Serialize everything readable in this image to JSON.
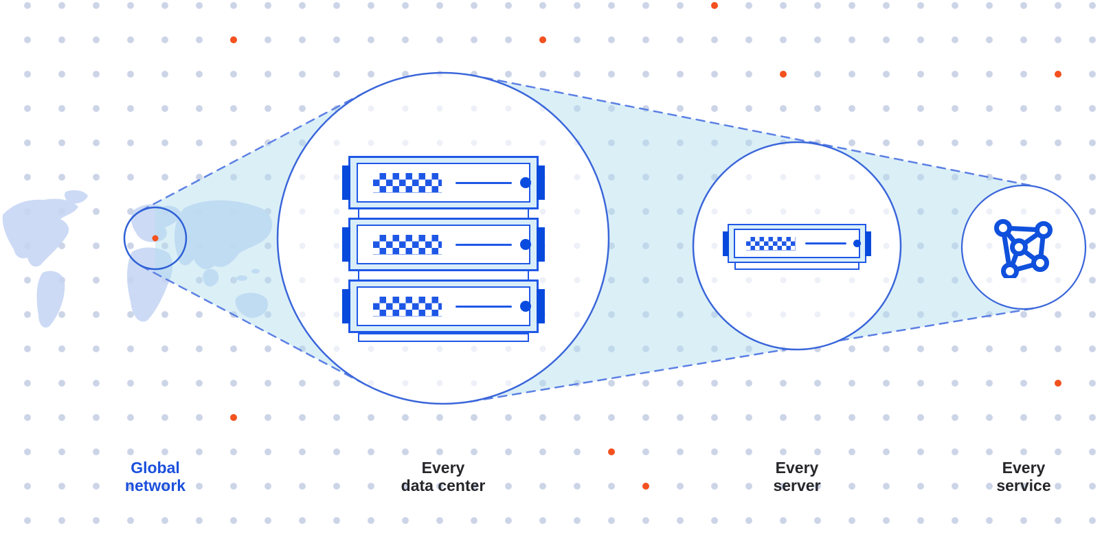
{
  "diagram": {
    "title_present": false,
    "labels": {
      "global": {
        "line1": "Global",
        "line2": "network"
      },
      "datacenter": {
        "line1": "Every",
        "line2": "data center"
      },
      "server": {
        "line1": "Every",
        "line2": "server"
      },
      "service": {
        "line1": "Every",
        "line2": "service"
      }
    },
    "icons": [
      "world-map-icon",
      "region-highlight-circle",
      "server-rack-icon",
      "server-icon",
      "network-mesh-icon"
    ],
    "colors": {
      "accent_blue": "#1e57e6",
      "dark_blue": "#0a4ce0",
      "circle_stroke": "#3a66da",
      "dashed_line": "#5c80e4",
      "panel_light_blue": "#d9eef9",
      "beam_fill": "#dbeff7",
      "grid_dot": "#ccd4e7",
      "orange_dot": "#f4511e",
      "map_fill": "#c7d6f4",
      "label_dark": "#26262a",
      "label_blue": "#1b50dc",
      "background": "#ffffff"
    }
  }
}
